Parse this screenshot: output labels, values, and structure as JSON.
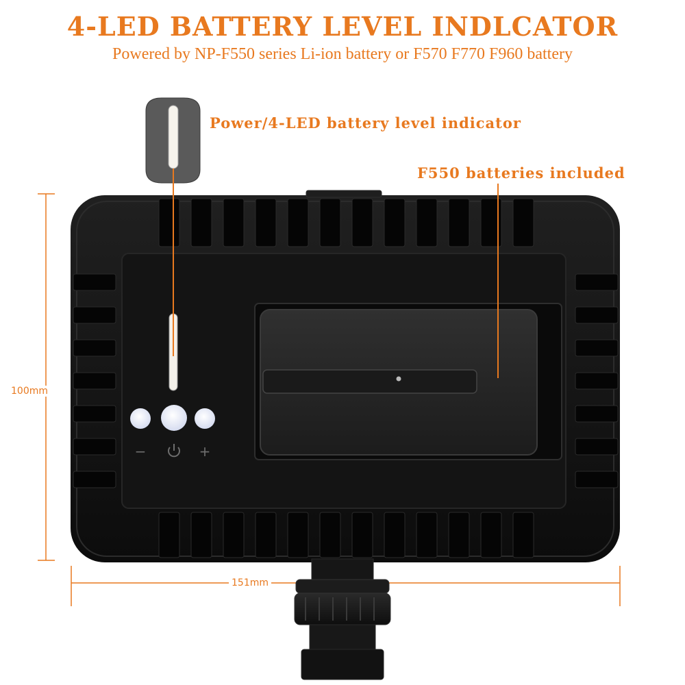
{
  "header": {
    "title": "4-LED BATTERY LEVEL INDLCATOR",
    "subtitle": "Powered by NP-F550 series Li-ion battery or F570 F770 F960 battery"
  },
  "callouts": {
    "indicator": "Power/4-LED battery level indicator",
    "battery": "F550 batteries included"
  },
  "dimensions": {
    "height": "100mm",
    "width": "151mm"
  },
  "controls": {
    "minus": "−",
    "plus": "+"
  },
  "colors": {
    "accent": "#e8791f",
    "body": "#161616",
    "button": "#e9eefc"
  },
  "icons": [
    "power-icon",
    "minus-icon",
    "plus-icon"
  ]
}
